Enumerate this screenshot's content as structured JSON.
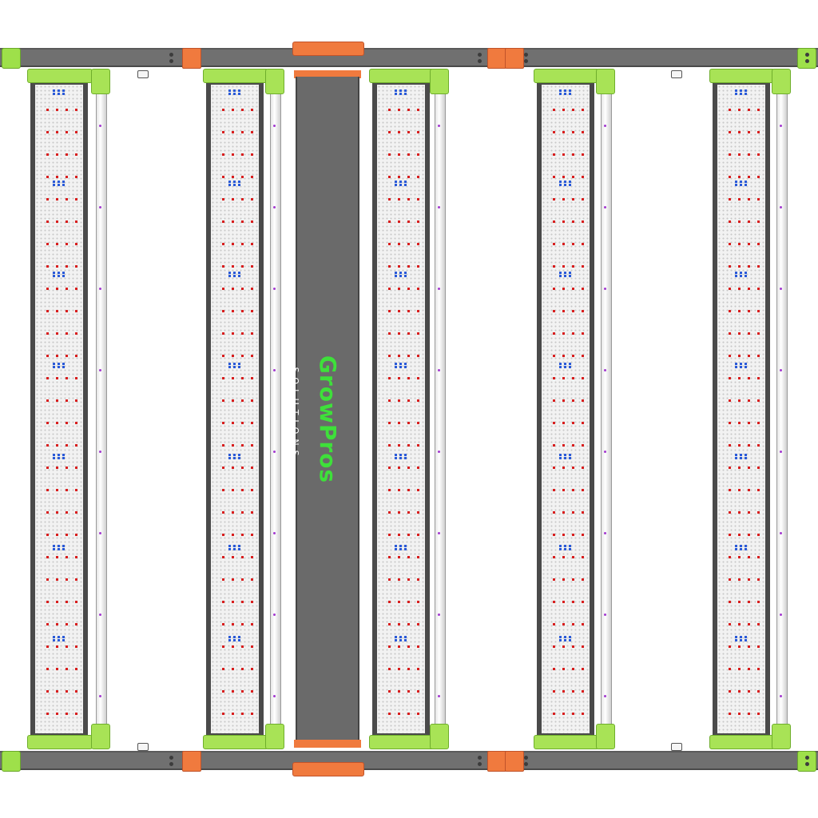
{
  "product": {
    "brand_text": "GrowPros",
    "tagline_text": "SOLUTIONS"
  },
  "colors": {
    "frame_gray": "#707070",
    "accent_green": "#a8e356",
    "accent_orange": "#f07a3e",
    "logo_green": "#3ee03a",
    "led_red": "#d81e1e",
    "led_blue": "#2a5ad8",
    "led_purple": "#a43ad0"
  },
  "light_bars": [
    {
      "name": "bar-1"
    },
    {
      "name": "bar-2"
    },
    {
      "name": "bar-3"
    },
    {
      "name": "bar-4"
    },
    {
      "name": "bar-5"
    }
  ]
}
